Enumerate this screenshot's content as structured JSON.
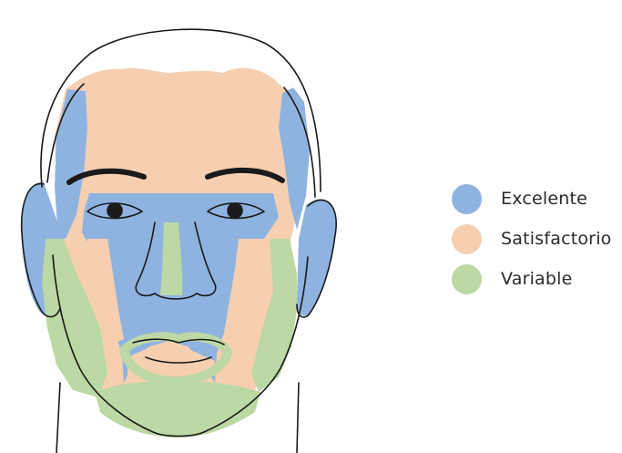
{
  "colors": {
    "excelente": "#8fb3e0",
    "satisfactorio": "#f6cfb1",
    "variable": "#bcd8a4",
    "outline": "#1a1a1a"
  },
  "legend": {
    "items": [
      {
        "label": "Excelente",
        "color": "#8fb3e0"
      },
      {
        "label": "Satisfactorio",
        "color": "#f6cfb1"
      },
      {
        "label": "Variable",
        "color": "#bcd8a4"
      }
    ]
  }
}
